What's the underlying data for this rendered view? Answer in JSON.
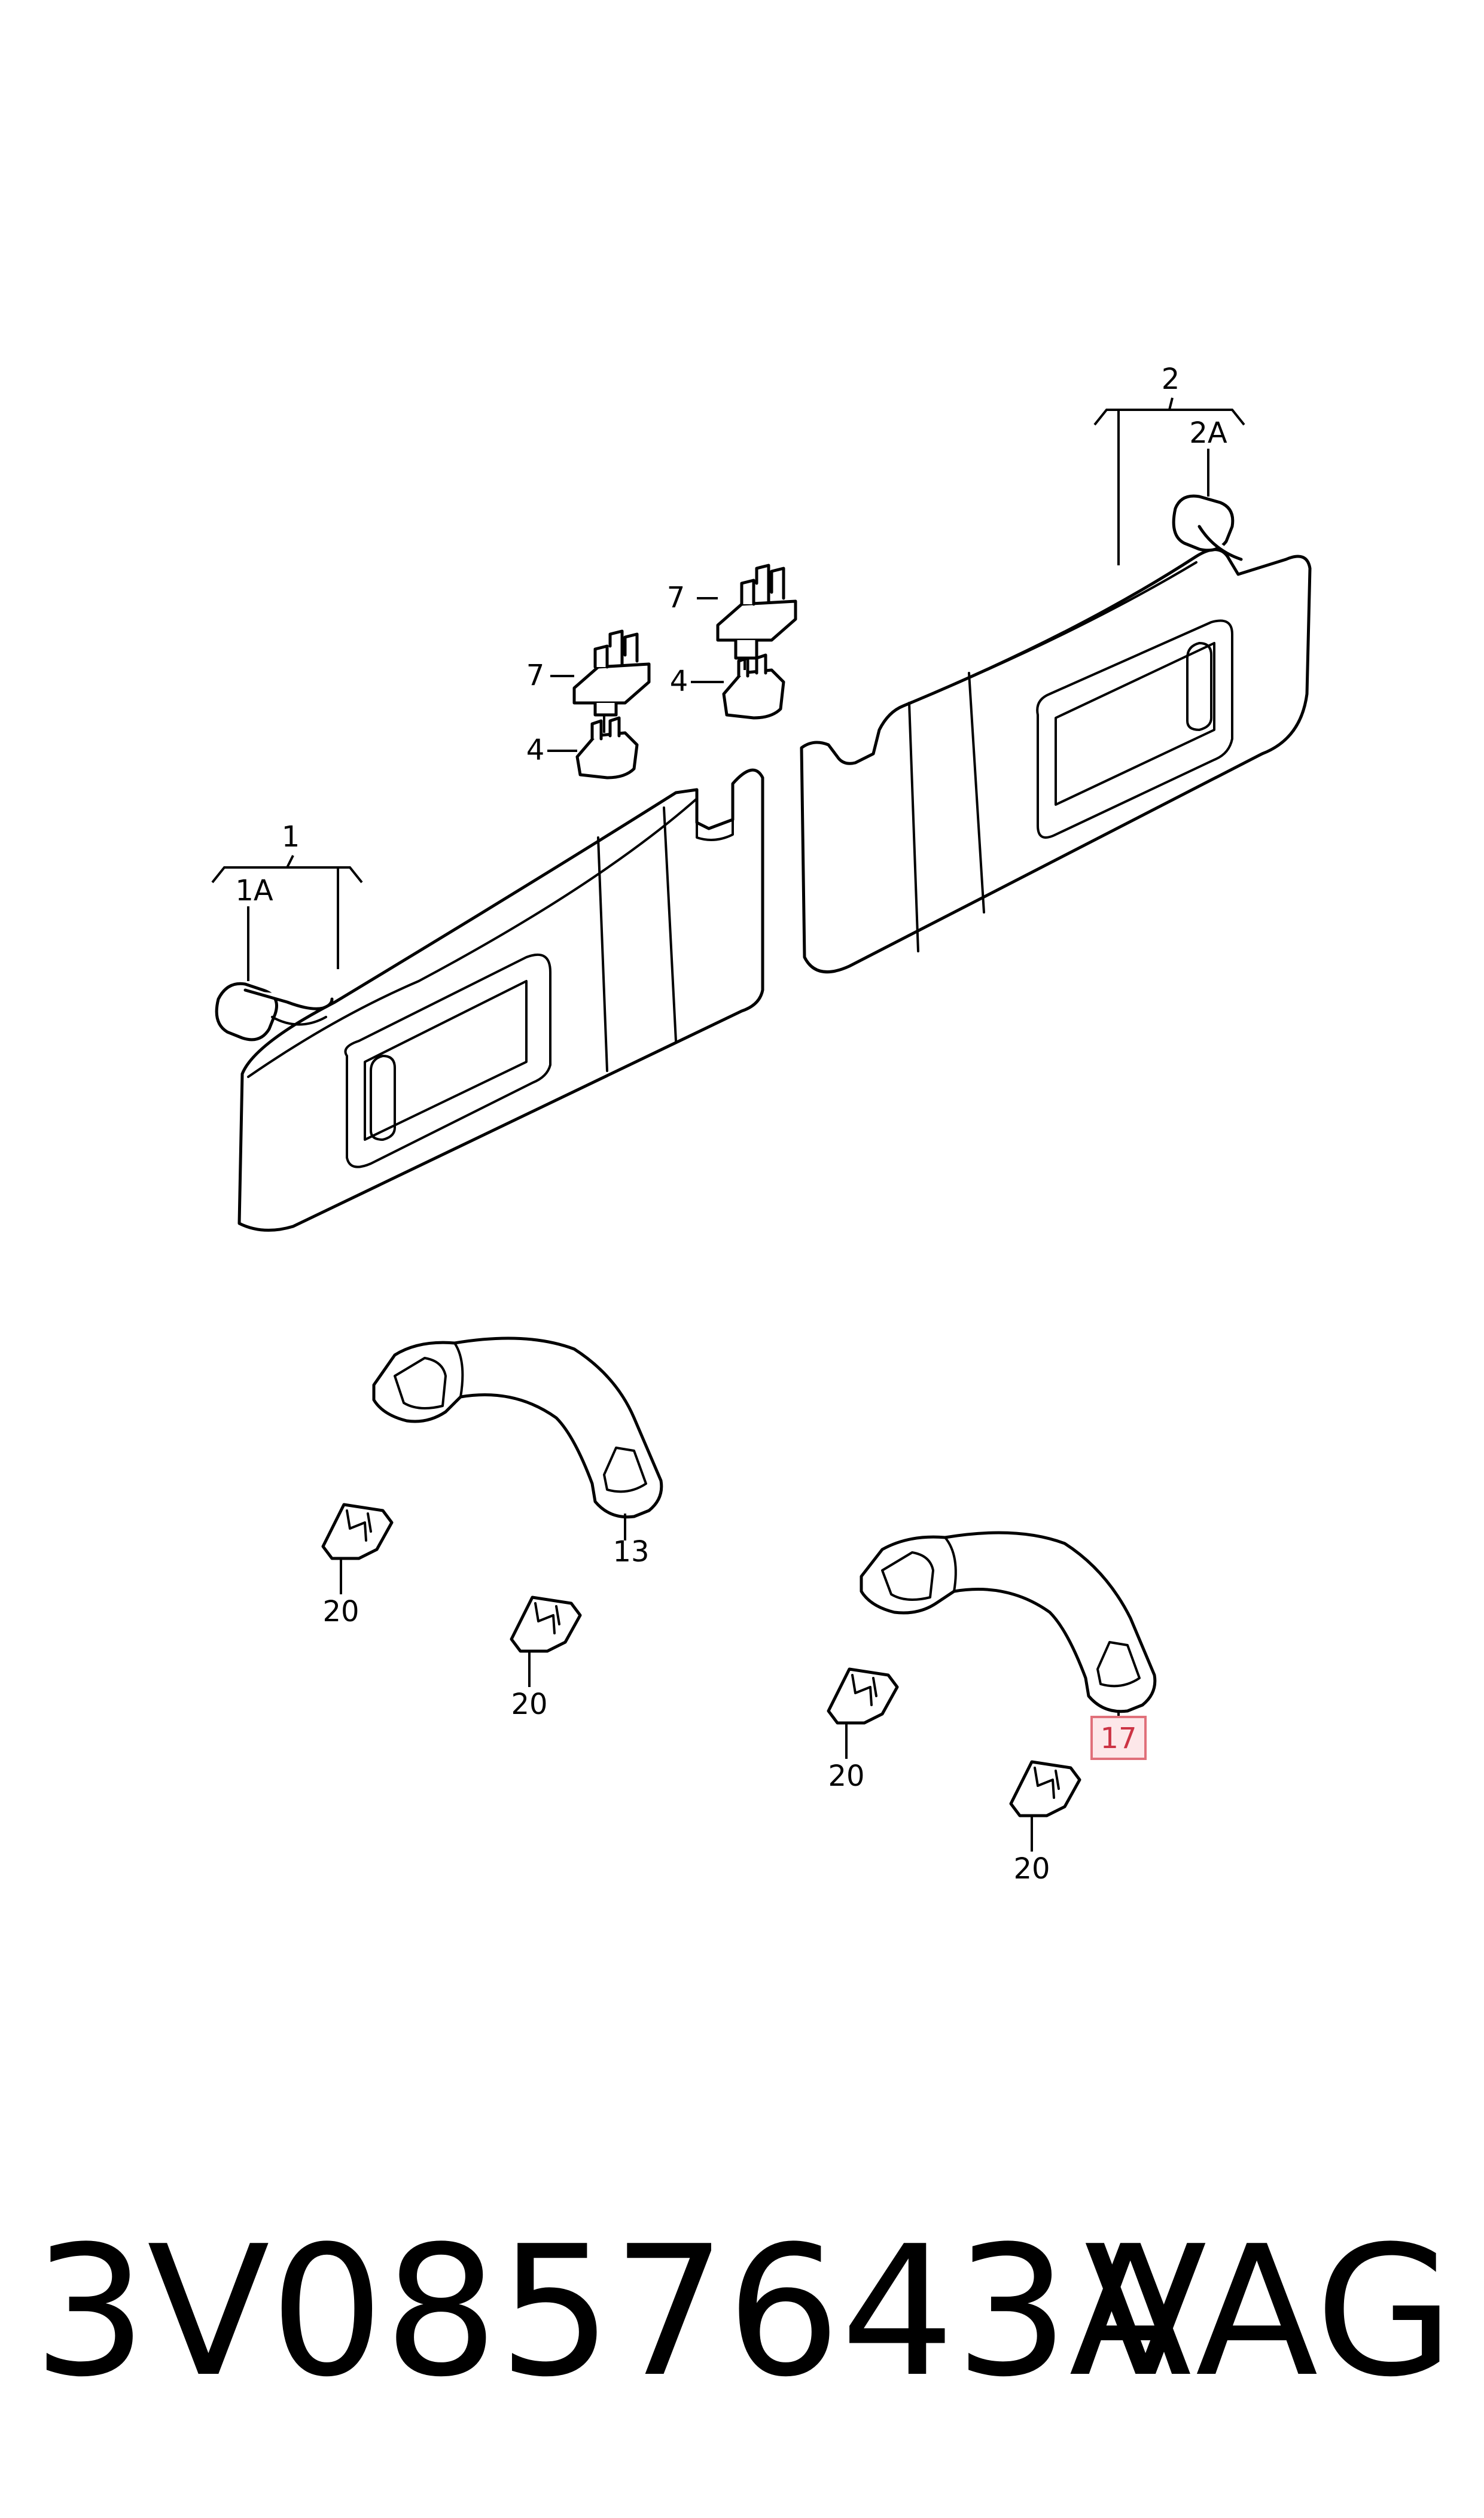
{
  "diagram": {
    "callouts": {
      "c1": "1",
      "c1a": "1A",
      "c2": "2",
      "c2a": "2A",
      "c4a": "4",
      "c4b": "4",
      "c7a": "7",
      "c7b": "7",
      "c13": "13",
      "c17": "17",
      "c20a": "20",
      "c20b": "20",
      "c20c": "20",
      "c20d": "20"
    },
    "highlighted_callout": "17",
    "highlight_color": "#e0707a"
  },
  "footer": {
    "part_number": "3V0857643A",
    "brand": "VAG"
  }
}
